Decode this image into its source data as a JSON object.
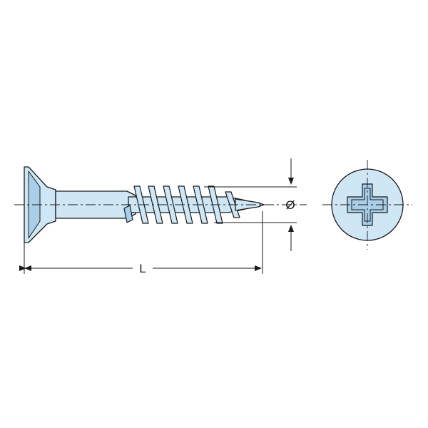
{
  "diagram": {
    "subject": "countersunk-phillips-screw",
    "views": [
      "side-view",
      "head-end-view"
    ],
    "labels": {
      "length": "L",
      "diameter": "Ø"
    },
    "colors": {
      "fill": "#cfe6f5",
      "fill_shade": "#a9cfe8",
      "outline": "#1a1a1a",
      "centerline": "#1a1a1a",
      "background": "#ffffff"
    }
  }
}
